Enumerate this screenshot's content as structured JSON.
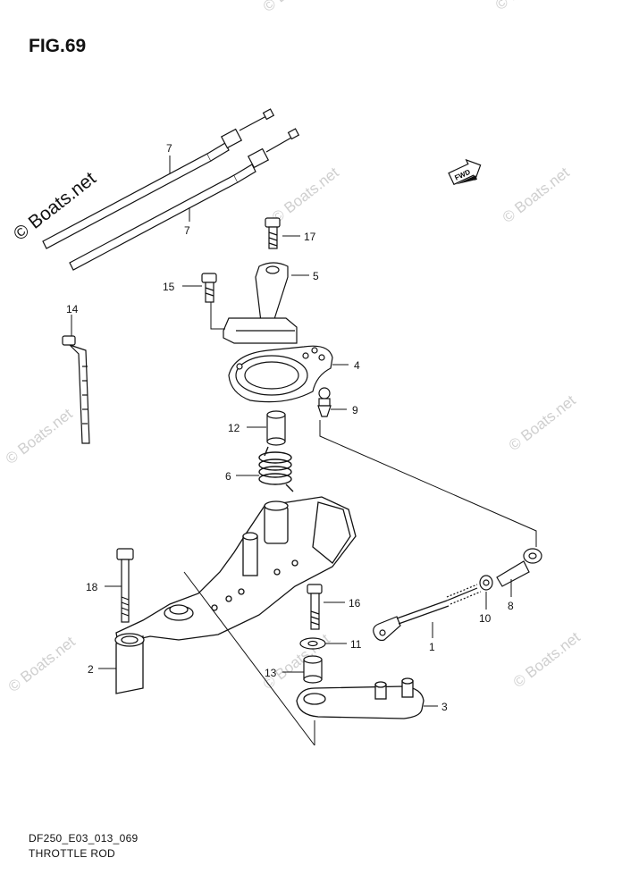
{
  "figure": {
    "title": "FIG.69",
    "drawing_code": "DF250_E03_013_069",
    "caption": "THROTTLE ROD"
  },
  "watermark": {
    "main": "© Boats.net",
    "faint": "© Boats.net"
  },
  "fwd_label": "FWD",
  "callouts": {
    "p1": "1",
    "p2": "2",
    "p3": "3",
    "p4": "4",
    "p5": "5",
    "p6": "6",
    "p7a": "7",
    "p7b": "7",
    "p8": "8",
    "p9": "9",
    "p10": "10",
    "p12": "12",
    "p13": "13",
    "p14": "14",
    "p15": "15",
    "p16": "16",
    "p17": "17",
    "p18": "18",
    "p11": "11"
  }
}
